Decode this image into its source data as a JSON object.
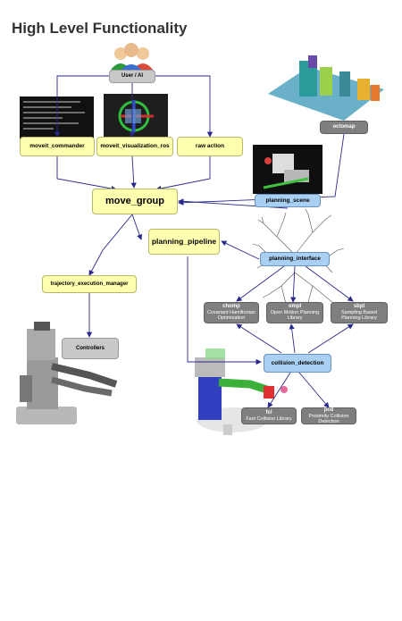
{
  "title": "High Level Functionality",
  "nodes": {
    "user_ai": "User / AI",
    "octomap": "octomap",
    "moveit_commander": "moveit_commander",
    "moveit_visualization_ros": "moveit_visualization_ros",
    "raw_action": "raw action",
    "planning_scene": "planning_scene",
    "move_group": "move_group",
    "planning_pipeline": "planning_pipeline",
    "planning_interface": "planning_interface",
    "trajectory_execution_manager": "trajectory_execution_manager",
    "controllers": "Controllers",
    "chomp": {
      "name": "chomp",
      "desc": "Covariant Hamiltonian Optimization"
    },
    "ompl": {
      "name": "ompl",
      "desc": "Open Motion Planning Library"
    },
    "sbpl": {
      "name": "sbpl",
      "desc": "Sampling Based Planning Library"
    },
    "collision_detection": "collision_detection",
    "fcl": {
      "name": "fcl",
      "desc": "Fast Collision Library"
    },
    "pcd": {
      "name": "pcd",
      "desc": "Proximity Collision Detection"
    }
  },
  "colors": {
    "yellow_node": "#ffffb0",
    "blue_node": "#a9cff2",
    "grey_node": "#7f7f7f",
    "arrow": "#2a2a8a"
  },
  "images": {
    "users": "users-icon",
    "octomap": "octomap-image",
    "terminal": "terminal-screenshot",
    "rviz": "rviz-screenshot",
    "scene": "planning-scene-screenshot",
    "tree": "planning-tree-image",
    "robot": "pr2-robot-image",
    "collision": "collision-robot-image"
  }
}
